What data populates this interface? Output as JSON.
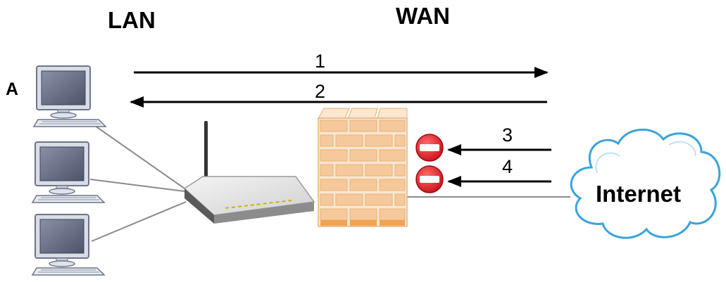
{
  "zones": {
    "lan": "LAN",
    "wan": "WAN"
  },
  "computer_label": "A",
  "arrows": {
    "one": "1",
    "two": "2",
    "three": "3",
    "four": "4"
  },
  "cloud_label": "Internet",
  "colors": {
    "arrow": "#000000",
    "link_line": "#8a8a8a",
    "brick": "#f5c99c",
    "mortar": "#fbe6cf",
    "block_icon": "#e0202a",
    "cloud_edge": "#3aa3dc",
    "monitor_screen": "#6b7184"
  },
  "icons": [
    "computer-icon",
    "router-icon",
    "firewall-icon",
    "block-icon",
    "cloud-icon"
  ]
}
